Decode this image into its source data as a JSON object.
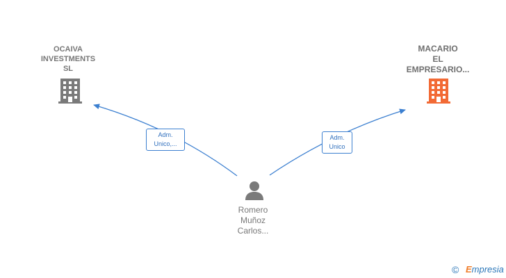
{
  "nodes": {
    "ocaiva": {
      "line1": "OCAIVA",
      "line2": "INVESTMENTS",
      "line3": "SL",
      "icon": "building-icon",
      "color": "#7a7a7a"
    },
    "macario": {
      "line1": "MACARIO",
      "line2": "EL",
      "line3": "EMPRESARIO...",
      "icon": "building-icon",
      "color": "#f26a35"
    },
    "person": {
      "line1": "Romero",
      "line2": "Muñoz",
      "line3": "Carlos...",
      "icon": "person-icon",
      "color": "#7a7a7a"
    }
  },
  "edges": {
    "to_ocaiva": {
      "line1": "Adm.",
      "line2": "Unico,..."
    },
    "to_macario": {
      "line1": "Adm.",
      "line2": "Unico"
    },
    "color": "#3b7fd0"
  },
  "footer": {
    "copyright": "©",
    "brand_first": "E",
    "brand_rest": "mpresia"
  }
}
